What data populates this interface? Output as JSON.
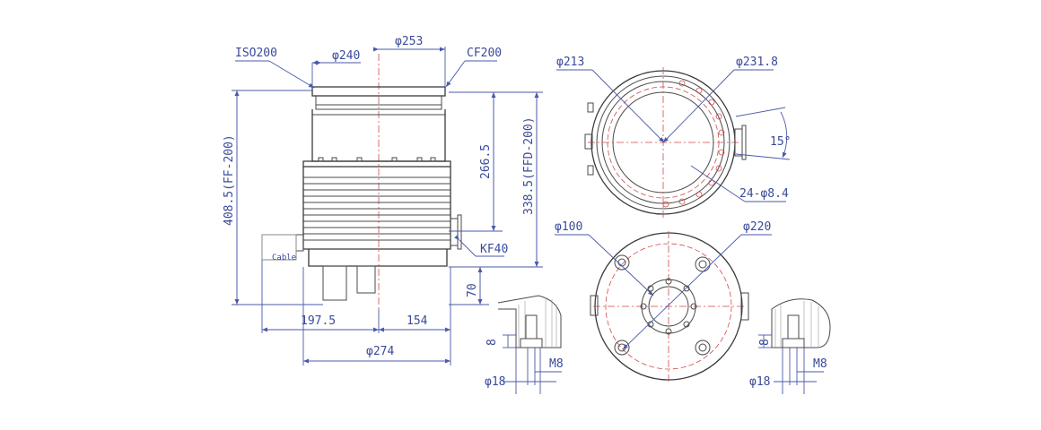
{
  "colors": {
    "outline": "#3a3a3a",
    "dimension": "#3a4a9a",
    "centerline": "#d24a4a",
    "background": "#ffffff"
  },
  "side_view": {
    "labels": {
      "iso200": "ISO200",
      "phi240": "φ240",
      "phi253": "φ253",
      "cf200": "CF200",
      "h266": "266.5",
      "h338": "338.5(FFD-200)",
      "h408": "408.5(FF-200)",
      "kf40": "KF40",
      "cable": "Cable",
      "h70": "70",
      "w197": "197.5",
      "w154": "154",
      "phi274": "φ274"
    }
  },
  "top_view": {
    "labels": {
      "phi213": "φ213",
      "phi231": "φ231.8",
      "angle15": "15°",
      "holes24": "24-φ8.4"
    }
  },
  "bottom_view": {
    "labels": {
      "phi100": "φ100",
      "phi220": "φ220"
    }
  },
  "detail_left": {
    "labels": {
      "dim8": "8",
      "phi18": "φ18",
      "m8": "M8"
    }
  },
  "detail_right": {
    "labels": {
      "dim8": "8",
      "phi18": "φ18",
      "m8": "M8"
    }
  }
}
